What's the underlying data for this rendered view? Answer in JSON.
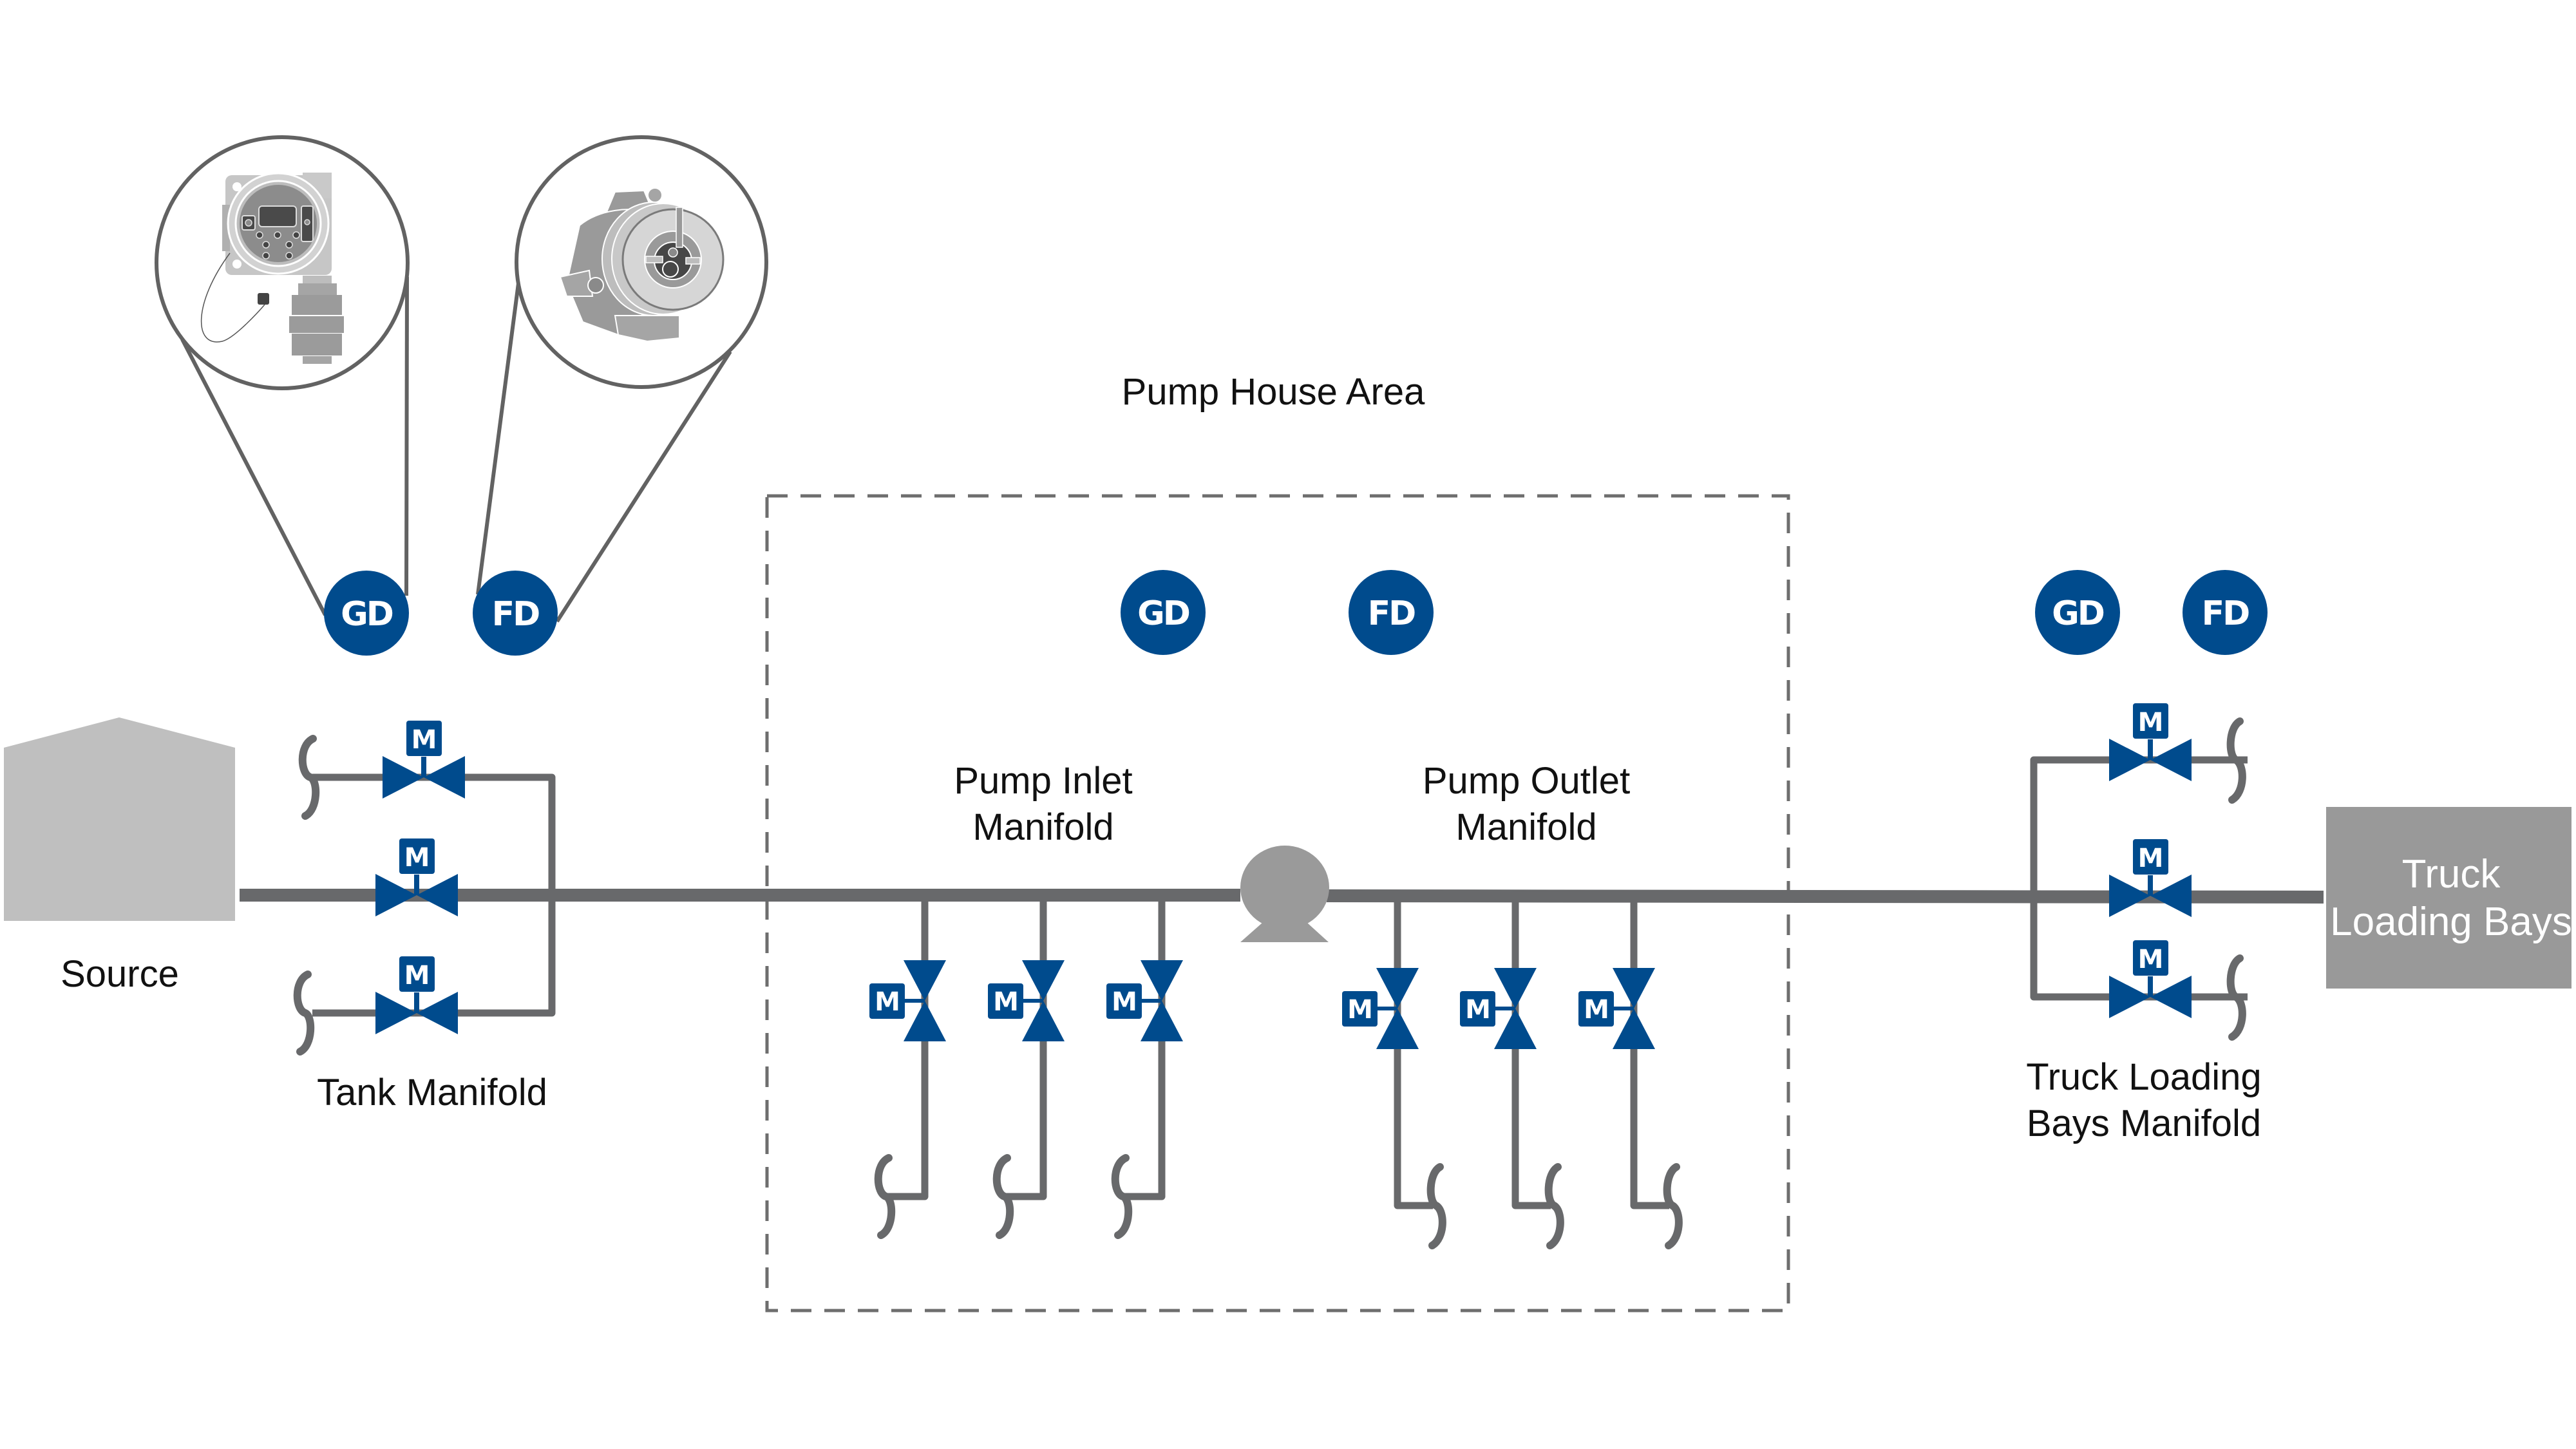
{
  "title": "Pump house gas and flame detection layout",
  "colors": {
    "accent_blue": "#004b8d",
    "pipe_gray": "#68696b",
    "source_fill": "#bfbfbf",
    "truck_fill": "#999999",
    "pump_fill": "#9a9a9a"
  },
  "areas": {
    "pump_house": "Pump House Area"
  },
  "labels": {
    "source": "Source",
    "tank_manifold": "Tank Manifold",
    "pump_inlet": [
      "Pump Inlet",
      "Manifold"
    ],
    "pump_outlet": [
      "Pump Outlet",
      "Manifold"
    ],
    "truck_bays": [
      "Truck",
      "Loading Bays"
    ],
    "truck_manifold": [
      "Truck Loading",
      "Bays Manifold"
    ]
  },
  "detectors": {
    "gas": "GD",
    "flame": "FD",
    "zones": [
      {
        "zone": "tank",
        "items": [
          "GD",
          "FD"
        ]
      },
      {
        "zone": "pump_house",
        "items": [
          "GD",
          "FD"
        ]
      },
      {
        "zone": "truck_loading",
        "items": [
          "GD",
          "FD"
        ]
      }
    ]
  },
  "magnifiers": [
    {
      "name": "gas-detector-closeup",
      "depicts": "gas detector transmitter"
    },
    {
      "name": "flame-detector-closeup",
      "depicts": "flame detector"
    }
  ],
  "valve_actuator_label": "M",
  "valves": {
    "tank_manifold": 3,
    "pump_inlet": 3,
    "pump_outlet": 3,
    "truck_manifold": 3
  },
  "icons": {
    "valve": "motorized-valve-icon",
    "pump": "pump-icon",
    "tank": "tank-icon",
    "pipe_end": "pipe-break-icon"
  }
}
